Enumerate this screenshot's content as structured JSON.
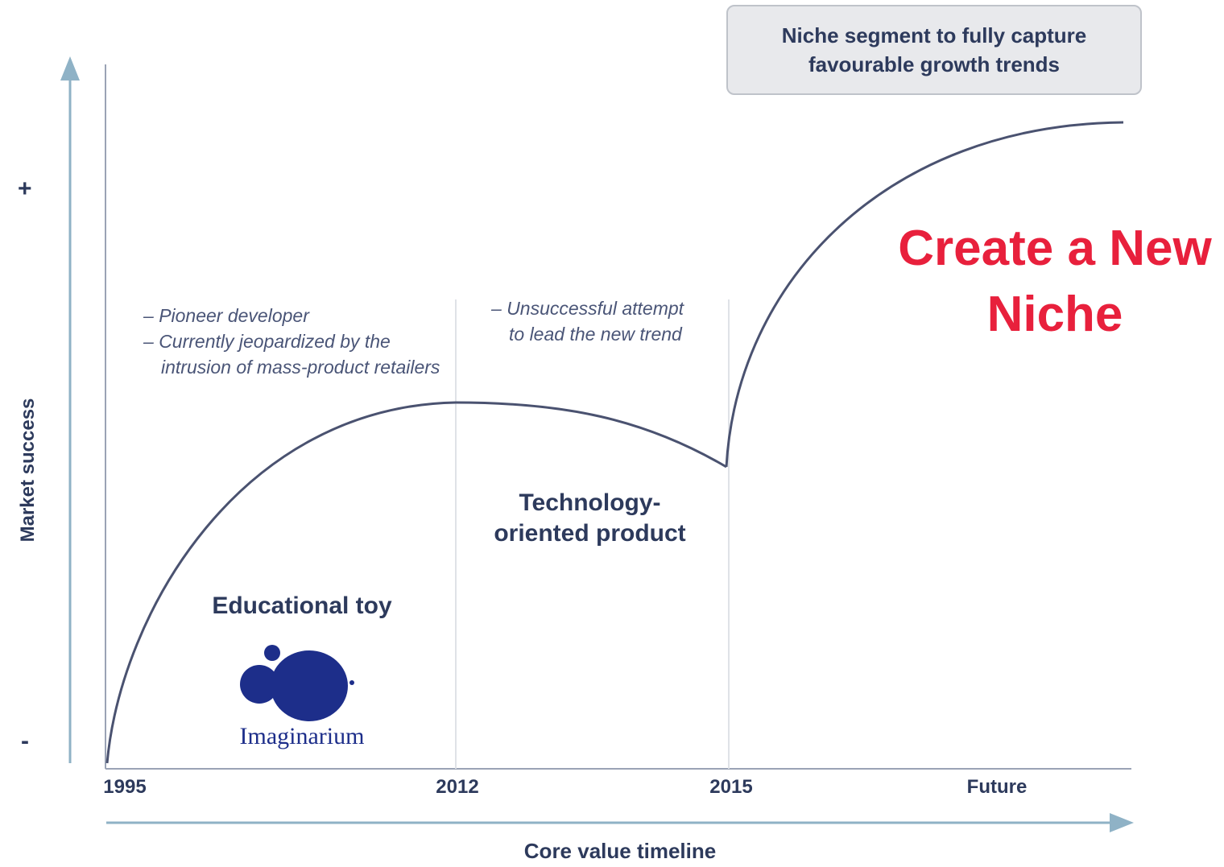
{
  "callout": {
    "line1": "Niche segment to fully capture",
    "line2": "favourable growth trends"
  },
  "headline": {
    "line1": "Create a New",
    "line2": "Niche"
  },
  "y_axis": {
    "title": "Market success",
    "top_sign": "+",
    "bottom_sign": "-"
  },
  "x_axis": {
    "title": "Core value timeline",
    "ticks": [
      "1995",
      "2012",
      "2015",
      "Future"
    ]
  },
  "notes": {
    "phase1": [
      "Pioneer developer",
      "Currently jeopardized by the intrusion of mass-product retailers"
    ],
    "phase2": [
      "Unsuccessful attempt to lead the new trend"
    ]
  },
  "phases": {
    "phase1_label": "Educational toy",
    "phase2_label_line1": "Technology-",
    "phase2_label_line2": "oriented product"
  },
  "logo": {
    "text": "Imaginarium",
    "icon": "imaginarium-bubbles-logo",
    "color": "#1d2e8a"
  },
  "colors": {
    "text": "#2d3a5c",
    "accent": "#e8203c",
    "curve": "#4a5270",
    "axis_arrow": "#8fb2c6"
  }
}
